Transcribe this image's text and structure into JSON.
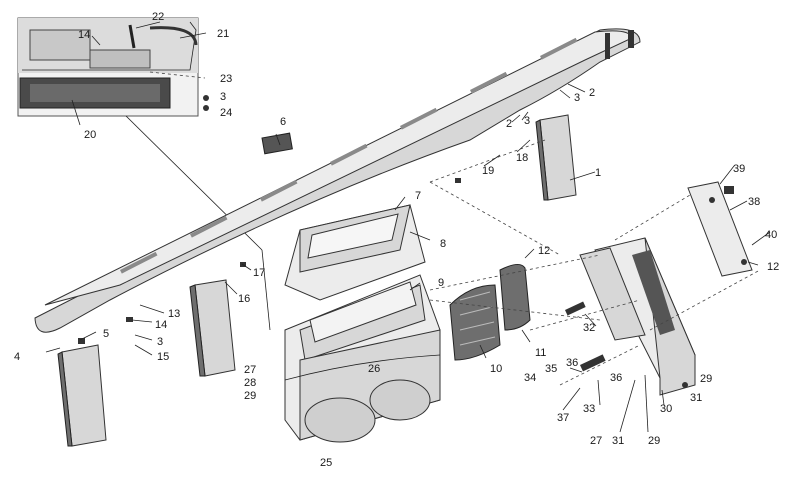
{
  "diagram": {
    "labels": [
      "1",
      "2",
      "3",
      "4",
      "5",
      "6",
      "7",
      "8",
      "9",
      "10",
      "11",
      "12",
      "13",
      "14",
      "15",
      "16",
      "17",
      "18",
      "19",
      "20",
      "21",
      "22",
      "23",
      "24",
      "25",
      "26",
      "27",
      "28",
      "29",
      "30",
      "31",
      "32",
      "33",
      "34",
      "35",
      "36",
      "37",
      "38",
      "39",
      "40"
    ],
    "callouts": {
      "c1": "1",
      "c2": "2",
      "c3a": "3",
      "c2b": "2",
      "c3b": "3",
      "c4": "4",
      "c5": "5",
      "c6": "6",
      "c7": "7",
      "c8": "8",
      "c9": "9",
      "c10": "10",
      "c11": "11",
      "c12a": "12",
      "c12b": "12",
      "c13": "13",
      "c14a": "14",
      "c3c": "3",
      "c15": "15",
      "c16": "16",
      "c17": "17",
      "c18": "18",
      "c19": "19",
      "c20": "20",
      "c21": "21",
      "c22": "22",
      "c23": "23",
      "c3d": "3",
      "c24": "24",
      "c14b": "14",
      "c25": "25",
      "c26": "26",
      "c27a": "27",
      "c28": "28",
      "c29a": "29",
      "c27b": "27",
      "c31a": "31",
      "c29b": "29",
      "c30": "30",
      "c29c": "29",
      "c31b": "31",
      "c32": "32",
      "c33": "33",
      "c34": "34",
      "c35": "35",
      "c36a": "36",
      "c36b": "36",
      "c37": "37",
      "c38": "38",
      "c39": "39",
      "c40": "40"
    }
  }
}
